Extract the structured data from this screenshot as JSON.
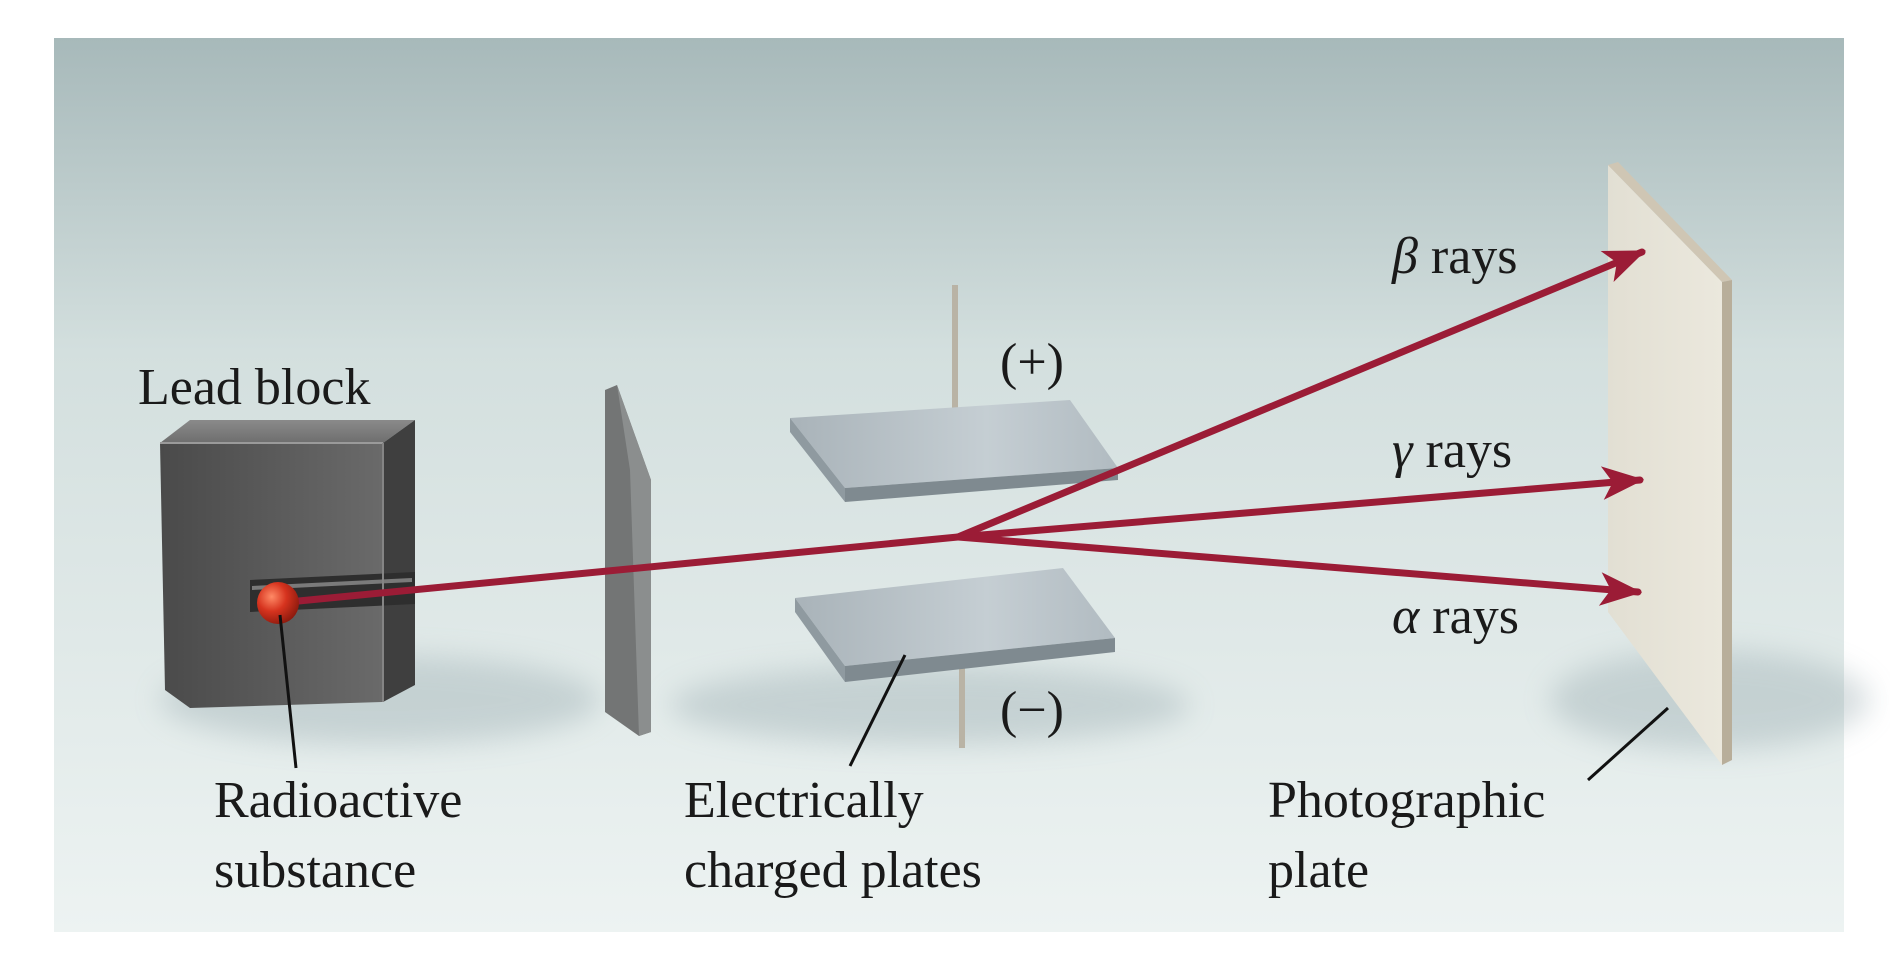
{
  "labels": {
    "lead_block": "Lead block",
    "radioactive_line1": "Radioactive",
    "radioactive_line2": "substance",
    "plates_line1": "Electrically",
    "plates_line2": "charged plates",
    "photo_line1": "Photographic",
    "photo_line2": "plate",
    "plus_sign": "(+)",
    "minus_sign": "(−)"
  },
  "rays": [
    {
      "symbol": "β",
      "word": "rays"
    },
    {
      "symbol": "γ",
      "word": "rays"
    },
    {
      "symbol": "α",
      "word": "rays"
    }
  ],
  "colors": {
    "ray": "#9b1c36",
    "source": "#d6331e",
    "lead_block": "#5a5a5a",
    "plate_metal": "#b8c2c8",
    "photographic_plate": "#e6e2d6",
    "background_top": "#a9bcbc",
    "background_bottom": "#eef3f2"
  }
}
